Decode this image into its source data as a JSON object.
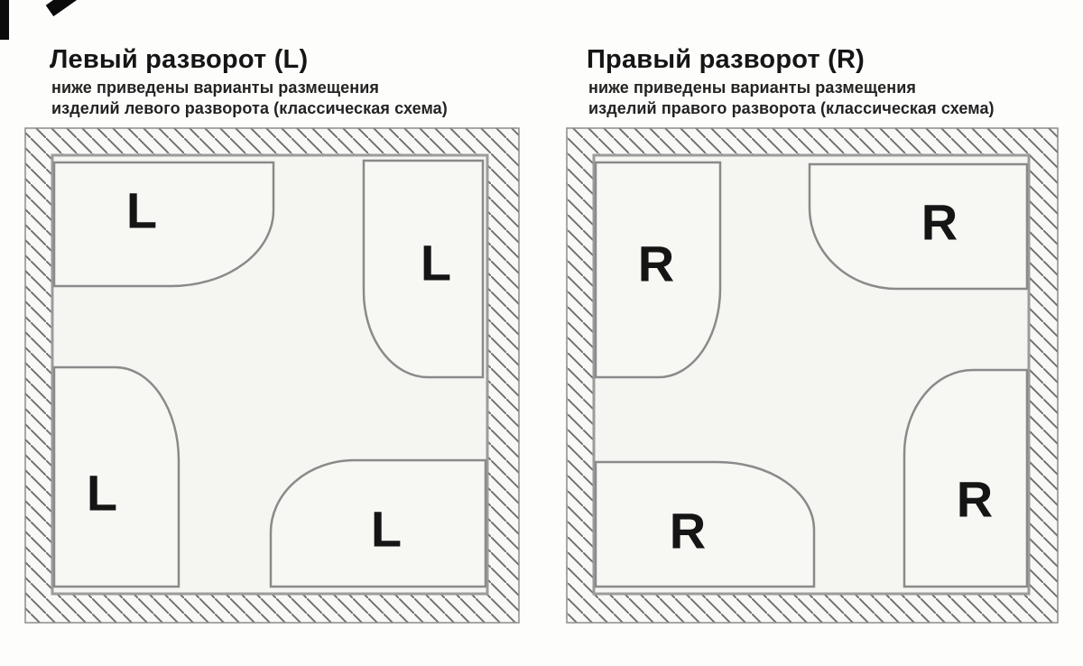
{
  "panels": [
    {
      "id": "left",
      "title": "Левый разворот (L)",
      "subtitle_line1": "ниже приведены варианты размещения",
      "subtitle_line2": "изделий левого разворота (классическая схема)",
      "orientation_letter": "L",
      "trays": [
        {
          "position": "top-left",
          "rounded_corner": "bottom-right",
          "label": "L"
        },
        {
          "position": "top-right",
          "rounded_corner": "bottom-left",
          "label": "L"
        },
        {
          "position": "bottom-left",
          "rounded_corner": "top-right",
          "label": "L"
        },
        {
          "position": "bottom-right",
          "rounded_corner": "top-left",
          "label": "L"
        }
      ]
    },
    {
      "id": "right",
      "title": "Правый разворот (R)",
      "subtitle_line1": "ниже приведены варианты размещения",
      "subtitle_line2": "изделий правого разворота (классическая схема)",
      "orientation_letter": "R",
      "trays": [
        {
          "position": "top-left",
          "rounded_corner": "bottom-right",
          "label": "R"
        },
        {
          "position": "top-right",
          "rounded_corner": "bottom-left",
          "label": "R"
        },
        {
          "position": "bottom-left",
          "rounded_corner": "top-right",
          "label": "R"
        },
        {
          "position": "bottom-right",
          "rounded_corner": "top-left",
          "label": "R"
        }
      ]
    }
  ],
  "colors": {
    "background": "#fdfdfc",
    "wall_fill": "#f8f8f6",
    "hatch_line": "#707070",
    "wall_edge": "#8c8c8c",
    "floor_fill": "#f5f5f2",
    "floor_edge": "#9c9c9c",
    "tray_fill": "#f7f7f4",
    "tray_edge": "#8a8a8a",
    "label_color": "#151515",
    "artifact_color": "#0b0b0b"
  }
}
